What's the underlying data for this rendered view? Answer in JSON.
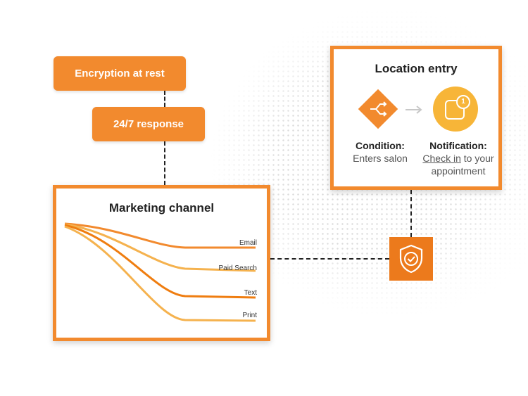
{
  "pills": {
    "encryption": "Encryption at rest",
    "response": "24/7 response"
  },
  "marketing": {
    "title": "Marketing channel",
    "channels": [
      "Email",
      "Paid Search",
      "Text",
      "Print"
    ]
  },
  "location": {
    "title": "Location entry",
    "condition_label": "Condition:",
    "condition_value": "Enters salon",
    "notification_label": "Notification:",
    "notification_link": "Check in",
    "notification_rest_1": " to your",
    "notification_rest_2": "appointment",
    "notification_count": "1"
  },
  "icons": [
    "branch-arrows-icon",
    "arrow-right-icon",
    "app-notification-icon",
    "shield-check-icon"
  ],
  "colors": {
    "accent": "#f28a2e",
    "accent_dark": "#ec7a1c",
    "accent_light": "#f5b24e"
  }
}
